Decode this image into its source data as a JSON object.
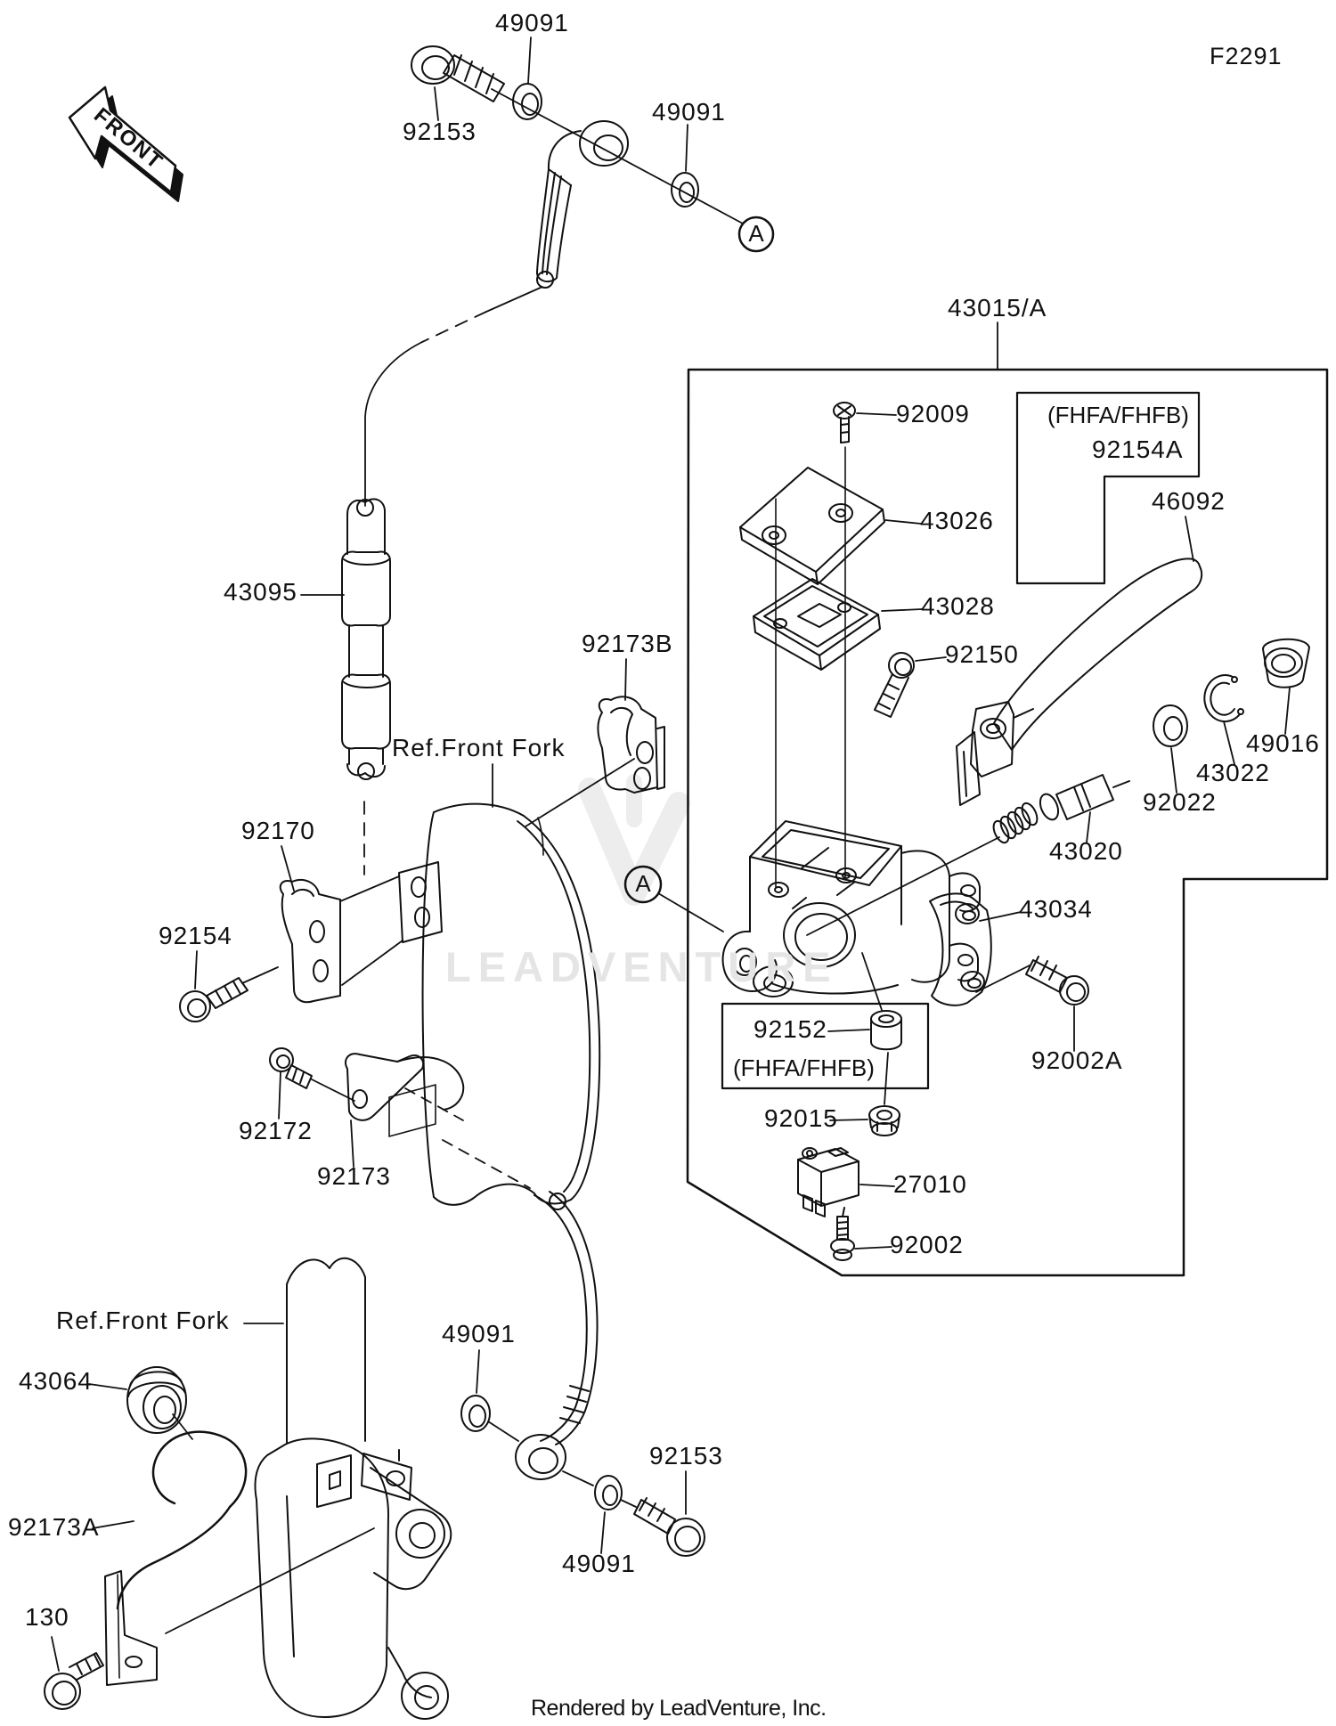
{
  "diagram": {
    "code": "F2291",
    "front_arrow_label": "FRONT",
    "view_marker": "A",
    "watermark_text": "LEADVENTURE",
    "footer_text": "Rendered by LeadVenture, Inc.",
    "colors": {
      "line": "#111111",
      "background": "#ffffff",
      "watermark": "#e5e5e5"
    },
    "callouts": [
      {
        "text": "49091"
      },
      {
        "text": "92153"
      },
      {
        "text": "49091"
      },
      {
        "text": "43015/A"
      },
      {
        "text": "92009"
      },
      {
        "text": "(FHFA/FHFB)"
      },
      {
        "text": "92154A"
      },
      {
        "text": "43026"
      },
      {
        "text": "46092"
      },
      {
        "text": "43028"
      },
      {
        "text": "92150"
      },
      {
        "text": "43095"
      },
      {
        "text": "92173B"
      },
      {
        "text": "Ref.Front Fork"
      },
      {
        "text": "49016"
      },
      {
        "text": "43022"
      },
      {
        "text": "92022"
      },
      {
        "text": "43020"
      },
      {
        "text": "92170"
      },
      {
        "text": "92154"
      },
      {
        "text": "43034"
      },
      {
        "text": "92152"
      },
      {
        "text": "(FHFA/FHFB)"
      },
      {
        "text": "92002A"
      },
      {
        "text": "92015"
      },
      {
        "text": "92172"
      },
      {
        "text": "92173"
      },
      {
        "text": "27010"
      },
      {
        "text": "92002"
      },
      {
        "text": "Ref.Front Fork"
      },
      {
        "text": "43064"
      },
      {
        "text": "49091"
      },
      {
        "text": "92153"
      },
      {
        "text": "92173A"
      },
      {
        "text": "49091"
      },
      {
        "text": "130"
      }
    ]
  }
}
